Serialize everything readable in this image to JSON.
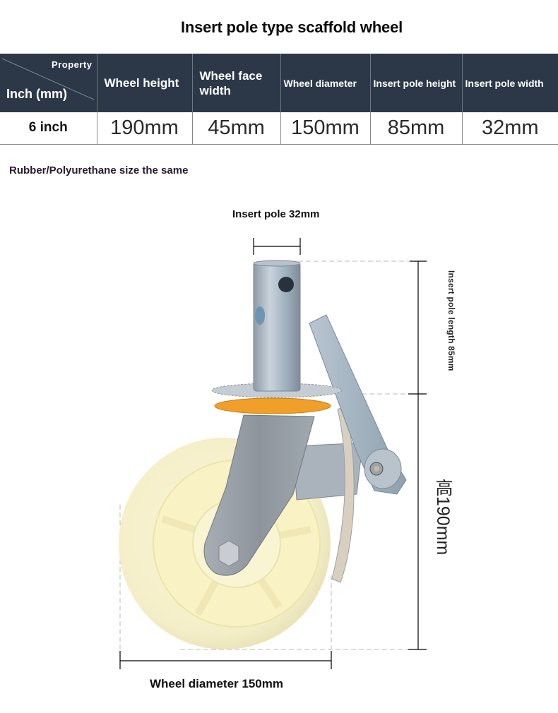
{
  "title": "Insert pole type scaffold wheel",
  "table": {
    "corner": {
      "property_label": "Property",
      "unit_label": "Inch (mm)"
    },
    "headers": [
      "Wheel height",
      "Wheel face width",
      "Wheel diameter",
      "Insert pole height",
      "Insert pole width"
    ],
    "rows": [
      {
        "size": "6 inch",
        "values": [
          "190mm",
          "45mm",
          "150mm",
          "85mm",
          "32mm"
        ]
      }
    ]
  },
  "note": "Rubber/Polyurethane size the same",
  "diagram": {
    "insert_pole_label": "Insert pole 32mm",
    "insert_pole_length_label": "Insert pole length 85mm",
    "height_label": "高190mm",
    "wheel_diameter_label": "Wheel diameter 150mm"
  },
  "colors": {
    "header_bg": "#2c3847",
    "header_text": "#ffffff",
    "wheel": "#f6f1cf",
    "steel": "#9aa4ae",
    "washer": "#f0a028"
  }
}
